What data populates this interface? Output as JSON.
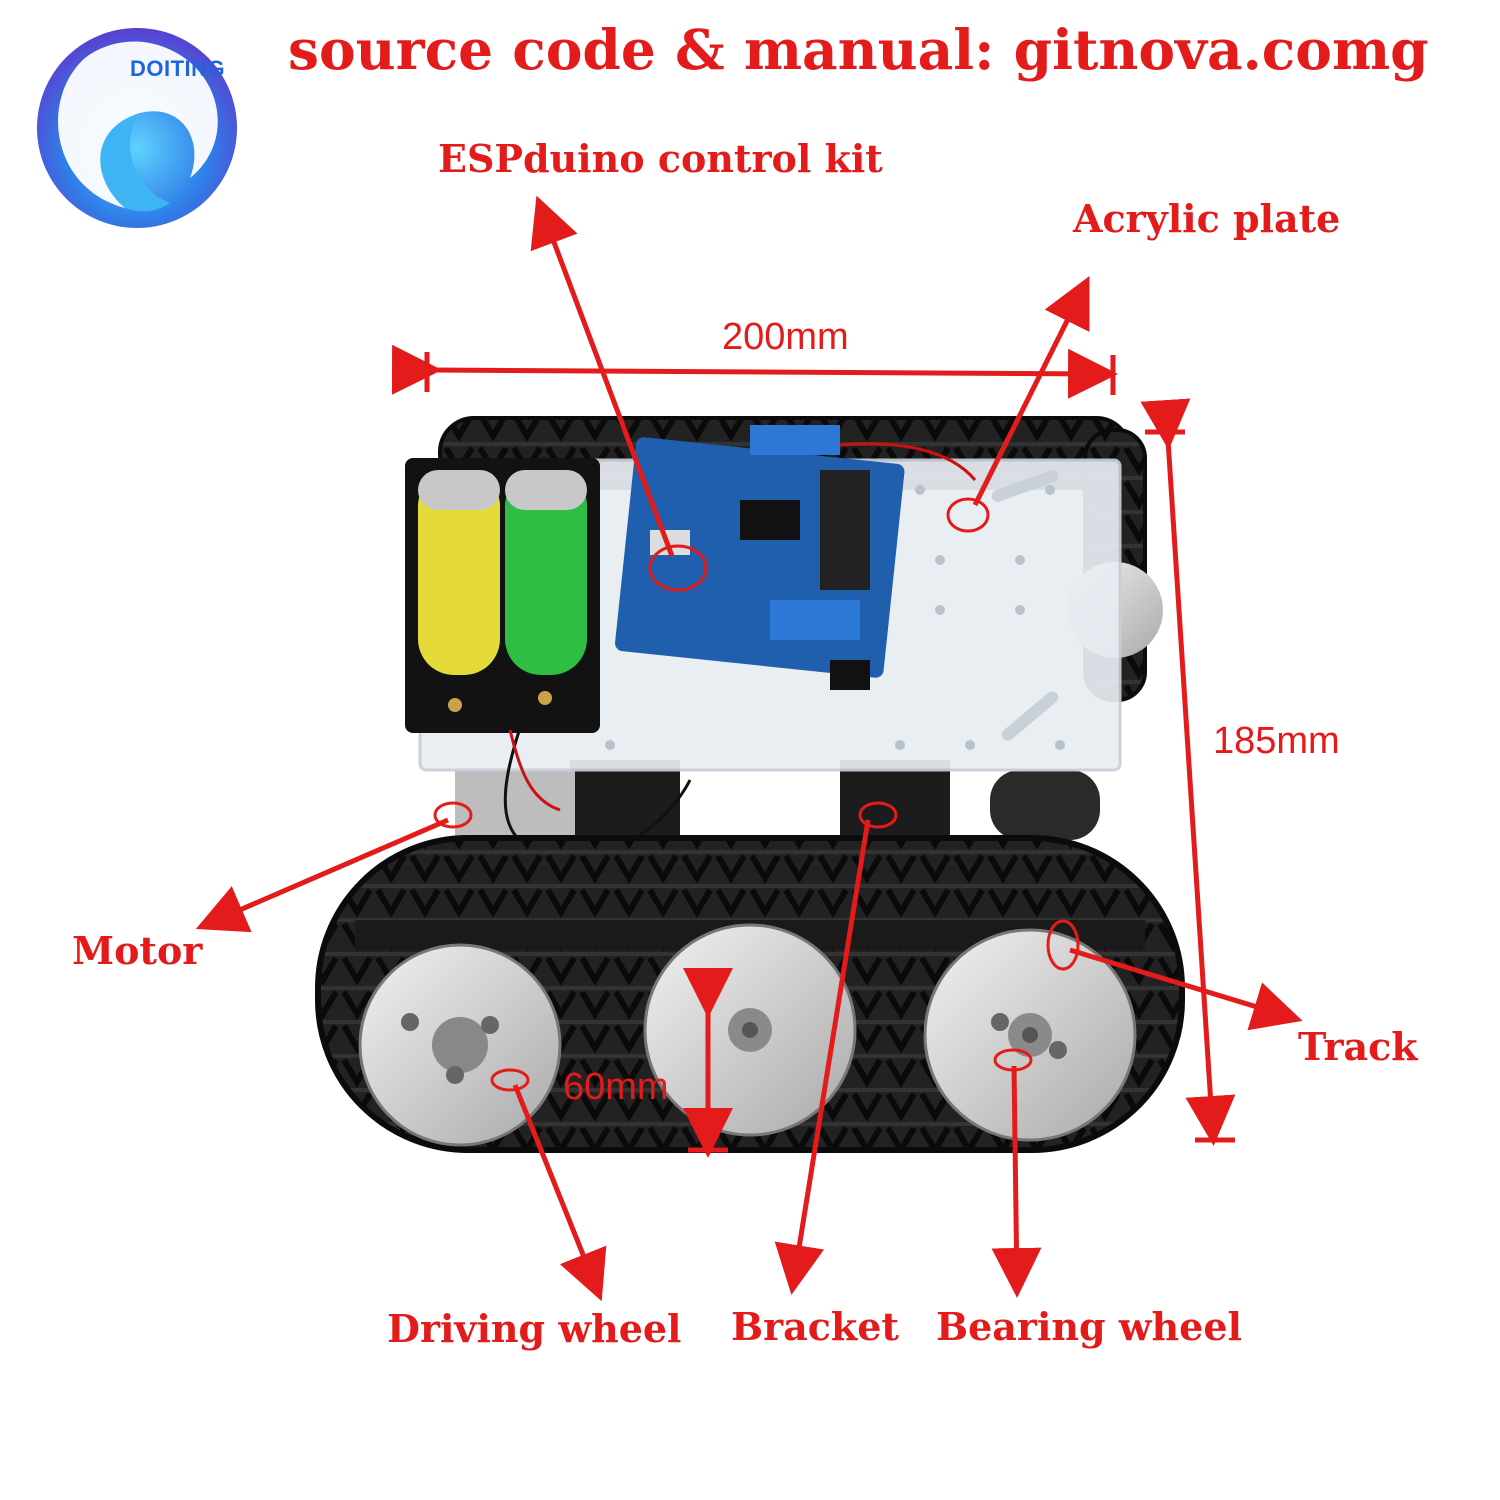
{
  "logo": {
    "text": "DOITING"
  },
  "headline": "source code & manual: gitnova.comg",
  "labels": {
    "espduino": "ESPduino control kit",
    "acrylic": "Acrylic plate",
    "motor": "Motor",
    "track": "Track",
    "driving_wheel": "Driving wheel",
    "bracket": "Bracket",
    "bearing_wheel": "Bearing wheel"
  },
  "dimensions": {
    "width": "200mm",
    "height": "185mm",
    "wheel": "60mm"
  },
  "colors": {
    "annotation": "#e31b1b",
    "logo_blue": "#1e66d8",
    "track": "#151515"
  }
}
